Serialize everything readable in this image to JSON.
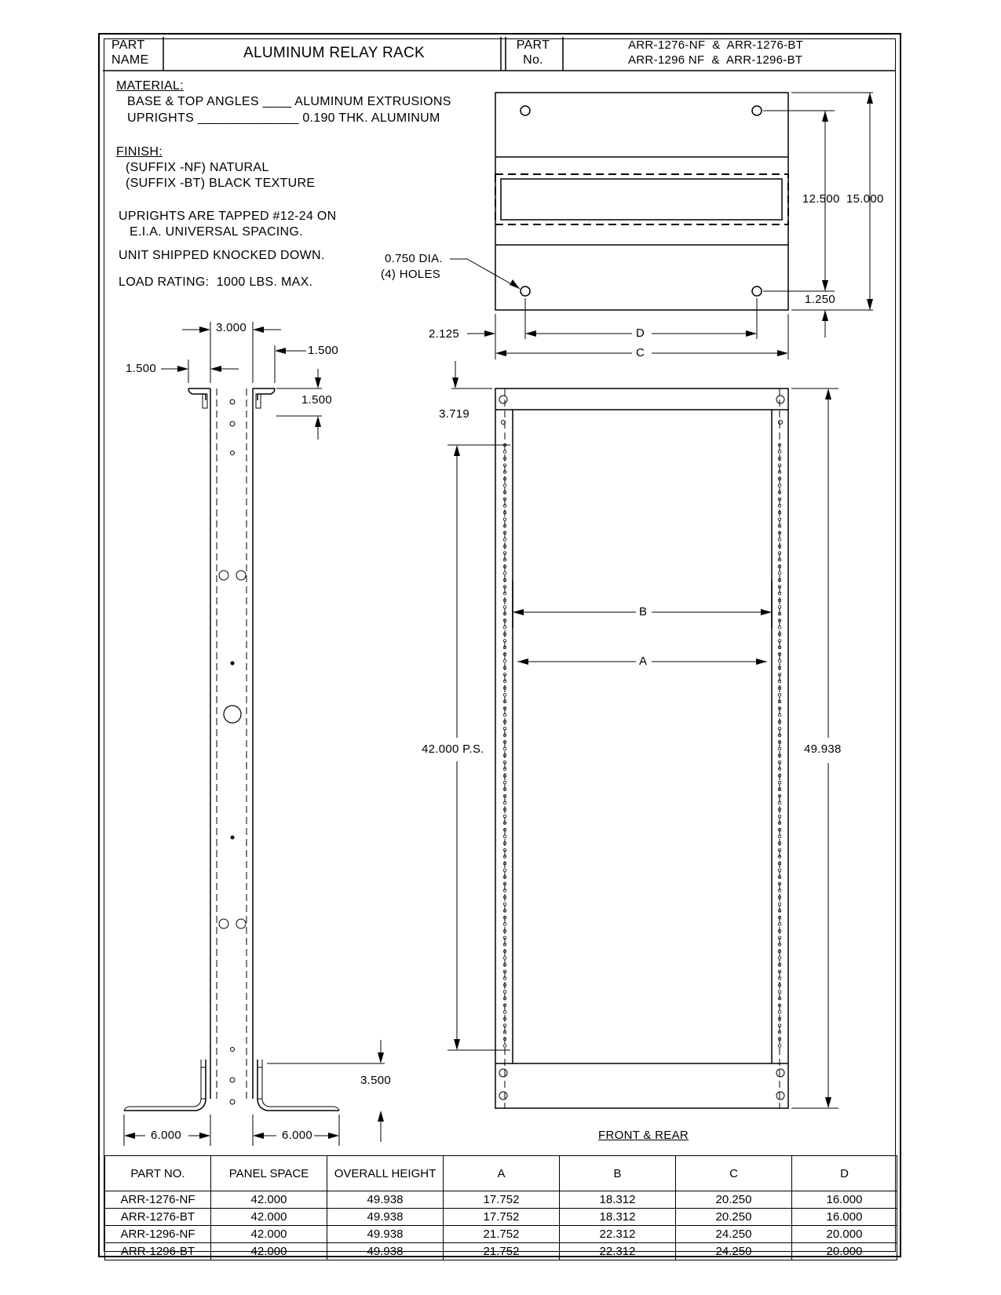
{
  "title_block": {
    "part_name_label": "PART NAME",
    "part_name": "ALUMINUM RELAY RACK",
    "part_no_label": "PART No.",
    "part_numbers_line1": "ARR-1276-NF  &  ARR-1276-BT",
    "part_numbers_line2": "ARR-1296 NF  &  ARR-1296-BT"
  },
  "notes": {
    "material_heading": "MATERIAL:",
    "material_line1": "BASE & TOP ANGLES ____ ALUMINUM EXTRUSIONS",
    "material_line2": "UPRIGHTS ______________ 0.190 THK. ALUMINUM",
    "finish_heading": "FINISH:",
    "finish_line1": "(SUFFIX -NF) NATURAL",
    "finish_line2": "(SUFFIX -BT) BLACK TEXTURE",
    "tapped_line1": "UPRIGHTS ARE TAPPED #12-24 ON",
    "tapped_line2": "E.I.A. UNIVERSAL SPACING.",
    "shipped": "UNIT SHIPPED KNOCKED DOWN.",
    "load": "LOAD RATING:  1000 LBS. MAX."
  },
  "dimensions": {
    "side_top_width": "3.000",
    "side_left_flange": "1.500",
    "side_right_flange": "1.500",
    "side_top_height": "1.500",
    "side_bottom_height": "3.500",
    "side_base_left": "6.000",
    "side_base_right": "6.000",
    "top_depth_inner": "12.500",
    "top_depth_outer": "15.000",
    "hole_offset": "1.250",
    "hole_label_1": "0.750 DIA.",
    "hole_label_2": "(4) HOLES",
    "hole_edge": "2.125",
    "label_d": "D",
    "label_c": "C",
    "front_top_offset": "3.719",
    "panel_space": "42.000 P.S.",
    "overall_height": "49.938",
    "label_b": "B",
    "label_a": "A",
    "front_caption": "FRONT & REAR"
  },
  "table": {
    "headers": [
      "PART NO.",
      "PANEL SPACE",
      "OVERALL HEIGHT",
      "A",
      "B",
      "C",
      "D"
    ],
    "rows": [
      [
        "ARR-1276-NF",
        "42.000",
        "49.938",
        "17.752",
        "18.312",
        "20.250",
        "16.000"
      ],
      [
        "ARR-1276-BT",
        "42.000",
        "49.938",
        "17.752",
        "18.312",
        "20.250",
        "16.000"
      ],
      [
        "ARR-1296-NF",
        "42.000",
        "49.938",
        "21.752",
        "22.312",
        "24.250",
        "20.000"
      ],
      [
        "ARR-1296-BT",
        "42.000",
        "49.938",
        "21.752",
        "22.312",
        "24.250",
        "20.000"
      ]
    ]
  }
}
